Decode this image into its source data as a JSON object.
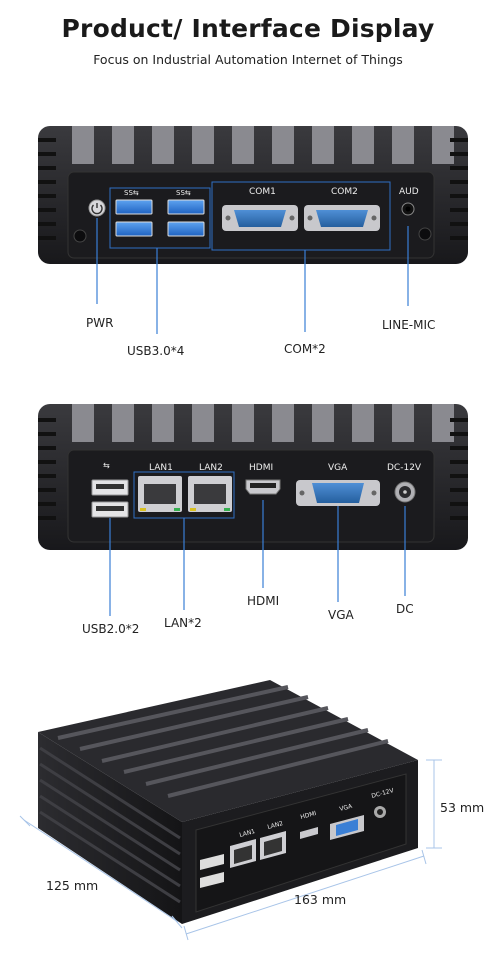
{
  "header": {
    "title": "Product/ Interface Display",
    "subtitle": "Focus on Industrial Automation Internet of Things"
  },
  "front_panel": {
    "port_labels": {
      "com1": "COM1",
      "com2": "COM2",
      "aud": "AUD"
    },
    "callouts": {
      "pwr": "PWR",
      "usb3": "USB3.0*4",
      "com": "COM*2",
      "line_mic": "LINE-MIC"
    }
  },
  "rear_panel": {
    "port_labels": {
      "lan1": "LAN1",
      "lan2": "LAN2",
      "hdmi": "HDMI",
      "vga": "VGA",
      "dc": "DC-12V"
    },
    "callouts": {
      "usb2": "USB2.0*2",
      "lan": "LAN*2",
      "hdmi": "HDMI",
      "vga": "VGA",
      "dc": "DC"
    }
  },
  "iso_view": {
    "port_labels": {
      "lan1": "LAN1",
      "lan2": "LAN2",
      "hdmi": "HDMI",
      "vga": "VGA",
      "dc": "DC-12V"
    },
    "dimensions": {
      "height": "53 mm",
      "depth": "125 mm",
      "width": "163 mm"
    }
  },
  "colors": {
    "callout_line": "#3a7fd5",
    "chassis": "#222226",
    "dimension_line": "#a8c4e8"
  }
}
